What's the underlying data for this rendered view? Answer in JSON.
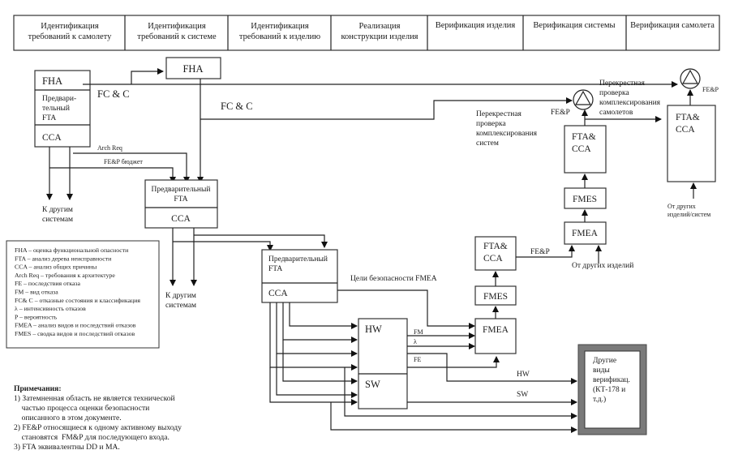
{
  "phases": [
    {
      "line1": "Идентификация",
      "line2": "требований к самолету"
    },
    {
      "line1": "Идентификация",
      "line2": "требований к системе"
    },
    {
      "line1": "Идентификация",
      "line2": "требований к изделию"
    },
    {
      "line1": "Реализация",
      "line2": "конструкции изделия"
    },
    {
      "line1": "Верификация изделия",
      "line2": ""
    },
    {
      "line1": "Верификация системы",
      "line2": ""
    },
    {
      "line1": "Верификация самолета",
      "line2": ""
    }
  ],
  "aircraft_block": {
    "fha": "FHA",
    "pfta_l1": "Предвари-",
    "pfta_l2": "тельный",
    "pfta_l3": "FTA",
    "cca": "CCA"
  },
  "system_fha": "FHA",
  "system_block": {
    "pfta_l1": "Предварительный",
    "pfta_l2": "FTA",
    "cca": "CCA"
  },
  "item_block": {
    "pfta_l1": "Предварительный",
    "pfta_l2": "FTA",
    "cca": "CCA"
  },
  "labels": {
    "fcc1": "FC & C",
    "fcc2": "FC & C",
    "arch_req": "Arch Req",
    "fep_budget": "FE&P бюджет",
    "to_other_systems_1a": "К другим",
    "to_other_systems_1b": "системам",
    "to_other_systems_2a": "К другим",
    "to_other_systems_2b": "системам",
    "fmea_goals": "Цели безопасности FMEA",
    "fm": "FM",
    "lambda": "λ",
    "fe": "FE",
    "hw_out": "HW",
    "sw_out": "SW",
    "fep_item": "FE&P",
    "from_other_items": "От других изделий",
    "fep_sys": "FE&P",
    "fep_ac": "FE&P",
    "cross_sys_1": "Перекрестная",
    "cross_sys_2": "проверка",
    "cross_sys_3": "комплексирования",
    "cross_sys_4": "систем",
    "cross_ac_1": "Перекрестная",
    "cross_ac_2": "проверка",
    "cross_ac_3": "комплексирования",
    "cross_ac_4": "самолетов",
    "from_other_items_sys_1": "От других",
    "from_other_items_sys_2": "изделий/систем"
  },
  "hwsw": {
    "hw": "HW",
    "sw": "SW"
  },
  "item_verif": {
    "fmea": "FMEA",
    "fmes": "FMES",
    "fta1": "FTA&",
    "fta2": "CCA"
  },
  "system_verif": {
    "fmea": "FMEA",
    "fmes": "FMES",
    "fta1": "FTA&",
    "fta2": "CCA"
  },
  "aircraft_verif": {
    "fta1": "FTA&",
    "fta2": "CCA"
  },
  "other_verif": {
    "l1": "Другие",
    "l2": "виды",
    "l3": "верификац.",
    "l4": "(КТ-178 и",
    "l5": "т.д.)"
  },
  "legend": [
    "FHA – оценка функциональной опасности",
    "FTA – анализ дерева неисправности",
    "CCA – анализ общих причины",
    "Arch Req – требования к архитектуре",
    "FE – последствия отказа",
    "FM – вид отказа",
    "FC& C – отказные состояния и классификация",
    "λ – интенсивность отказов",
    "P – вероятность",
    "FMEA – анализ видов и последствий отказов",
    "FMES – сводка видов и последствий отказов"
  ],
  "notes": {
    "title": "Примечания:",
    "lines": [
      "1) Затемненная область не является технической",
      "    частью процесса оценки безопасности",
      "    описанного в этом документе.",
      "2) FE&P относящиеся к одному активному выходу",
      "    становятся  FM&P для последующего входа.",
      "3) FTA эквивалентны DD и MA."
    ]
  },
  "colors": {
    "line": "#222222",
    "shaded_frame": "#7a7a7a"
  }
}
